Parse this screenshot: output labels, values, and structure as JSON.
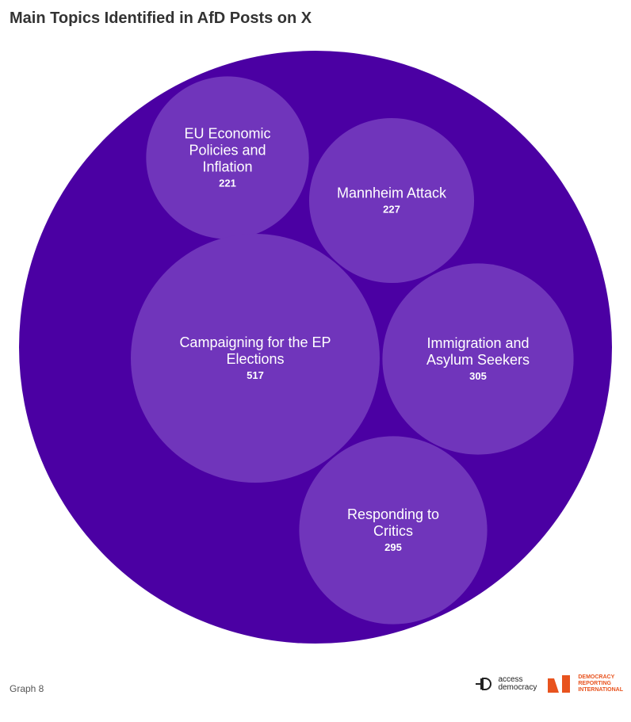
{
  "title": "Main Topics Identified in AfD Posts on X",
  "footer_note": "Graph 8",
  "logos": {
    "access_democracy": [
      "access",
      "democracy"
    ],
    "dri": [
      "DEMOCRACY",
      "REPORTING",
      "INTERNATIONAL"
    ]
  },
  "colors": {
    "outer_bubble": "#4b00a3",
    "inner_bubble": "#7035bb",
    "text": "#ffffff",
    "dri_accent": "#e8531e"
  },
  "chart_data": {
    "type": "packed-bubble",
    "title": "Main Topics Identified in AfD Posts on X",
    "nodes": [
      {
        "label": "EU Economic Policies and Inflation",
        "lines": [
          "EU Economic",
          "Policies and",
          "Inflation"
        ],
        "value": 221
      },
      {
        "label": "Mannheim Attack",
        "lines": [
          "Mannheim Attack"
        ],
        "value": 227
      },
      {
        "label": "Campaigning for the EP Elections",
        "lines": [
          "Campaigning for the EP",
          "Elections"
        ],
        "value": 517
      },
      {
        "label": "Immigration and Asylum Seekers",
        "lines": [
          "Immigration and",
          "Asylum Seekers"
        ],
        "value": 305
      },
      {
        "label": "Responding to Critics",
        "lines": [
          "Responding to",
          "Critics"
        ],
        "value": 295
      }
    ]
  }
}
